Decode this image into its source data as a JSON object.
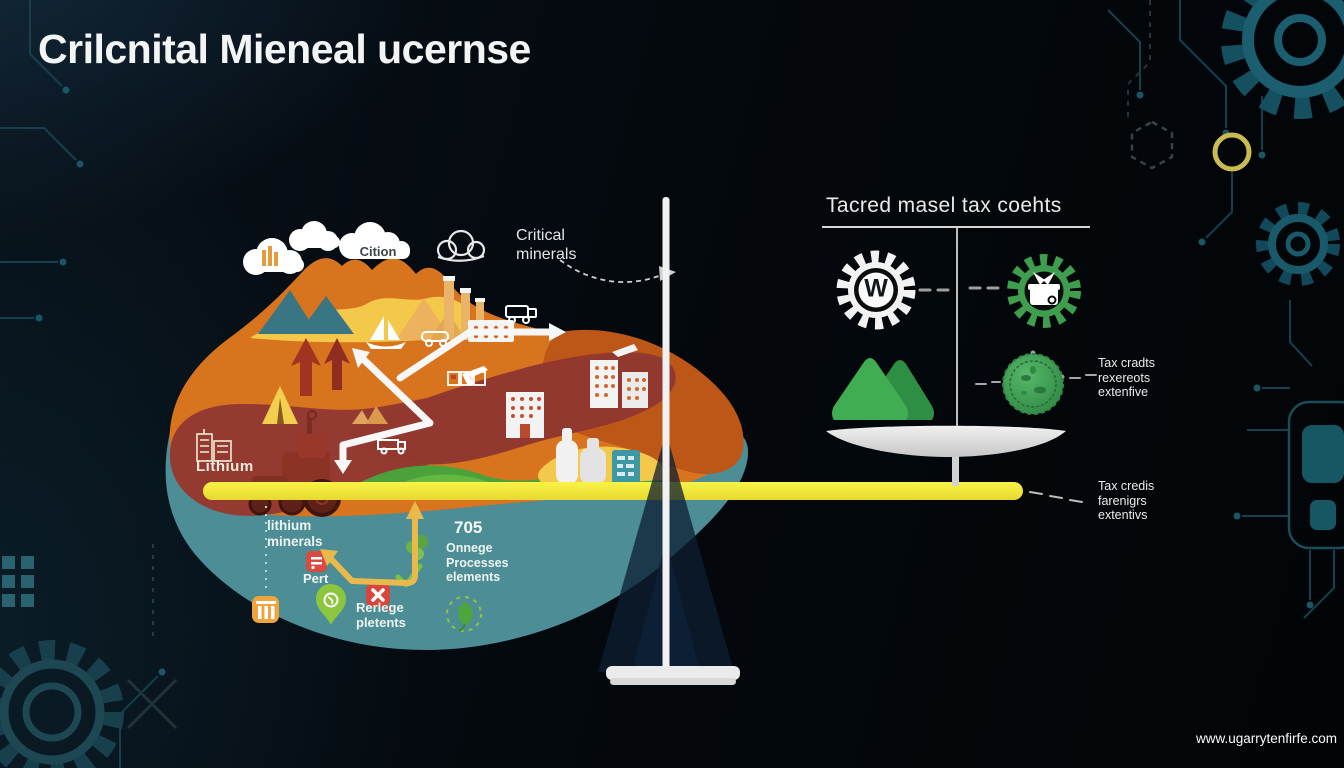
{
  "title": "Crilcnital Mieneal ucernse",
  "illustration": {
    "cloud_label": "Cition",
    "critical_minerals": "Critical\nminerals",
    "lithium": "Lithium",
    "lithium_minerals": "lithium\nminerals",
    "pert": "Pert",
    "count": "705",
    "process_lines": "Onnege\nProcesses\nelements",
    "storage_lines": "Rerlege\npletents"
  },
  "panel": {
    "heading": "Tacred masel tax coehts",
    "gear_letter": "W",
    "credit_note_top": "Tax cradts\nrexereots\nextenfive",
    "credit_note_bottom": "Tax credis\nfarenigrs\nextentivs"
  },
  "footer": {
    "website": "www.ugarrytenfirfe.com"
  },
  "colors": {
    "background": "#05090f",
    "beam_yellow": "#f6ee3b",
    "gear_green": "#3f9e4d",
    "landscape_teal": "#4d8d96",
    "landscape_orange": "#d8741e",
    "landscape_maroon": "#953a31",
    "circuit_teal": "#1b5d6e",
    "ring_yellow": "#c9bb4f"
  }
}
